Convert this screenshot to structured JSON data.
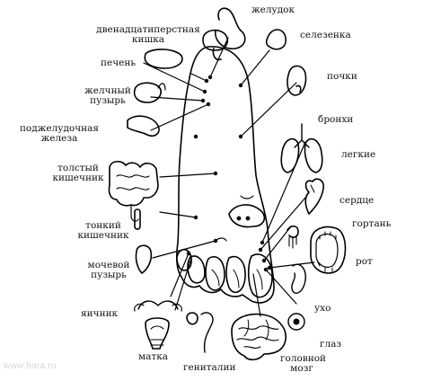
{
  "watermark": "www.hara.ru",
  "labels": {
    "stomach": "желудок",
    "duodenum": "двенадцатиперстная кишка",
    "spleen": "селезенка",
    "liver": "печень",
    "kidneys": "почки",
    "gallbladder": "желчный пузырь",
    "bronchi": "бронхи",
    "pancreas": "поджелудочная железа",
    "lungs": "легкие",
    "colon": "толстый кишечник",
    "heart": "сердце",
    "small_intestine": "тонкий кишечник",
    "larynx": "гортань",
    "mouth": "рот",
    "bladder": "мочевой пузырь",
    "ovary": "яичник",
    "ear": "ухо",
    "eye": "глаз",
    "uterus": "матка",
    "genitals": "гениталии",
    "brain": "головной мозг"
  }
}
